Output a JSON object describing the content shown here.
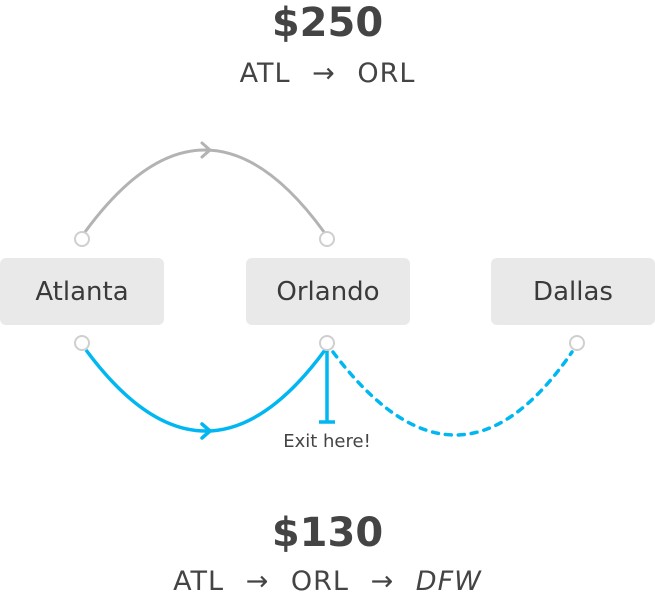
{
  "top": {
    "price": "$250",
    "route": [
      "ATL",
      "ORL"
    ]
  },
  "bottom": {
    "price": "$130",
    "route": [
      "ATL",
      "ORL",
      "DFW"
    ]
  },
  "arrow": "→",
  "cities": [
    "Atlanta",
    "Orlando",
    "Dallas"
  ],
  "exit_label": "Exit here!",
  "colors": {
    "gray": "#b3b3b3",
    "blue": "#00b7f1",
    "box": "#e9e9e9",
    "text": "#444444"
  }
}
